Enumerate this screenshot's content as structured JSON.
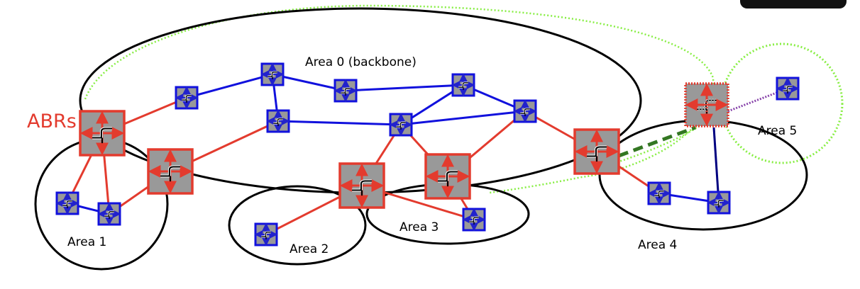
{
  "labels": {
    "abrs": "ABRs",
    "area0": "Area 0 (backbone)",
    "area1": "Area 1",
    "area2": "Area 2",
    "area3": "Area 3",
    "area4": "Area 4",
    "area5": "Area 5"
  },
  "colors": {
    "area_outline": "#000000",
    "virtual_area_outline": "#88ee44",
    "backbone_link": "#1111dd",
    "area_link": "#e33b2e",
    "router_fill": "#999999",
    "internal_router_border": "#1111dd",
    "abr_border": "#e33b2e",
    "virtual_link": "#337722",
    "area5_link": "#8844aa",
    "area4_to_area5_link": "#000080",
    "abr_label": "#e33b2e"
  },
  "icons": {
    "internal_router": "router-icon",
    "area_border_router": "abr-router-icon",
    "asbr_router": "dotted-abr-router-icon"
  }
}
